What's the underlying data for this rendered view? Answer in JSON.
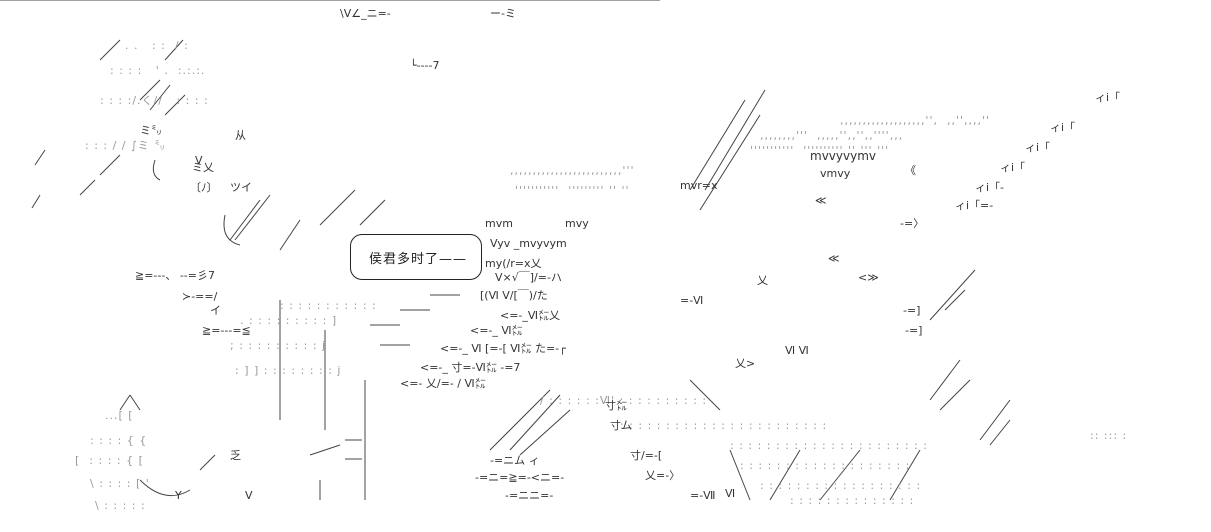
{
  "artwork": {
    "style": "ascii-art",
    "background_color": "#ffffff",
    "ink_color": "#222222",
    "speech_bubble": {
      "text": "侯君多时了——"
    },
    "left_figure_fragments": [
      "\\V∠_ニ=‐",
      "ー‐ミ",
      "└‐--‐7",
      "从",
      "ミ㍉",
      "ミ乂",
      "〔ﾉ〕",
      "ツイ",
      "≧=‐‐‐、 ‐‐=彡7",
      "≻‐==/",
      "イ",
      "≧=‐‐‐=≦",
      "≧=‐‐‐=≦",
      "V",
      "乏",
      "Y",
      "V"
    ],
    "right_figure_fragments": [
      "mvvyvymv",
      "vmvy",
      "mvr=x",
      "mvm",
      "mvy",
      "Vyv _mvyvym",
      "my(/r=x乂",
      "V×√￣]/=‐ハ",
      "[(Ⅵ V/[￣)/た",
      "<=‐_Ⅵ㍍乂",
      "<=‐_ Ⅵ㍍",
      "<=‐_ Ⅵ [=‐[ Ⅵ㍍ た=‐┌",
      "<=‐_ 寸=‐Ⅵ㍍ ‐=7",
      "<=‐ 乂/=‐ / Ⅵ㍍",
      "寸㍍",
      "寸ム",
      "寸/=‐[",
      "乂=‐〉",
      "‐=ニム ィ",
      "‐=ニ=≧=‐<ニ=‐",
      "‐=ニニ=‐",
      "=‐Ⅶ",
      "Ⅵ Ⅵ",
      "乂>",
      "<≫",
      "≪",
      "≪",
      "《",
      "ィi「",
      "ィi「",
      "ィi「",
      "ィi「",
      "ィi「‐",
      "ィi「=‐",
      "‐=〉",
      "‐=]",
      "‐=]",
      "Ⅵ",
      "=‐Ⅵ",
      "乂"
    ]
  }
}
